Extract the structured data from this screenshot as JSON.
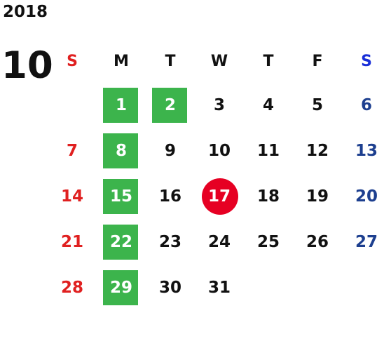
{
  "year": "2018",
  "month": "10",
  "weekdays": [
    "S",
    "M",
    "T",
    "W",
    "T",
    "F",
    "S"
  ],
  "weeks": [
    [
      "",
      "1",
      "2",
      "3",
      "4",
      "5",
      "6"
    ],
    [
      "7",
      "8",
      "9",
      "10",
      "11",
      "12",
      "13"
    ],
    [
      "14",
      "15",
      "16",
      "17",
      "18",
      "19",
      "20"
    ],
    [
      "21",
      "22",
      "23",
      "24",
      "25",
      "26",
      "27"
    ],
    [
      "28",
      "29",
      "30",
      "31",
      "",
      "",
      ""
    ]
  ],
  "highlighted_days": [
    "1",
    "2",
    "8",
    "15",
    "22",
    "29"
  ],
  "today": "17",
  "colors": {
    "sunday": "#e02020",
    "saturday": "#1d3f8f",
    "saturday_header": "#1a2fd8",
    "highlight": "#3cb44c",
    "today": "#e60023",
    "text": "#111111"
  }
}
